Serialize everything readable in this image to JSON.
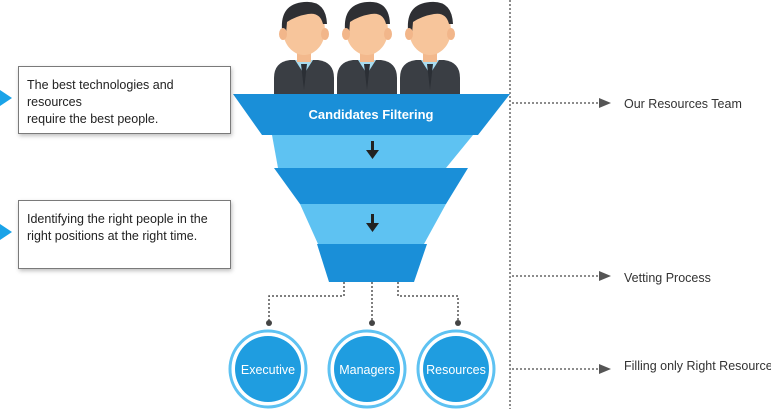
{
  "funnel": {
    "top_label": "Candidates Filtering"
  },
  "info_boxes": [
    {
      "text_line1": "The best technologies and resources",
      "text_line2": "require the best people."
    },
    {
      "text_line1": "Identifying the right people in the",
      "text_line2": "right positions at the right time."
    }
  ],
  "outcomes": [
    "Executive",
    "Managers",
    "Resources"
  ],
  "stages": [
    "Our Resources Team",
    "Vetting Process",
    "Filling only Right Resources"
  ],
  "colors": {
    "funnel_dark": "#1a8fd8",
    "funnel_light": "#5ec2f2",
    "circle_fill": "#1f9de0",
    "circle_ring": "#5ec2f2",
    "accent_arrow": "#1aa3e8"
  },
  "icons": [
    "person-icon",
    "person-icon",
    "person-icon"
  ]
}
